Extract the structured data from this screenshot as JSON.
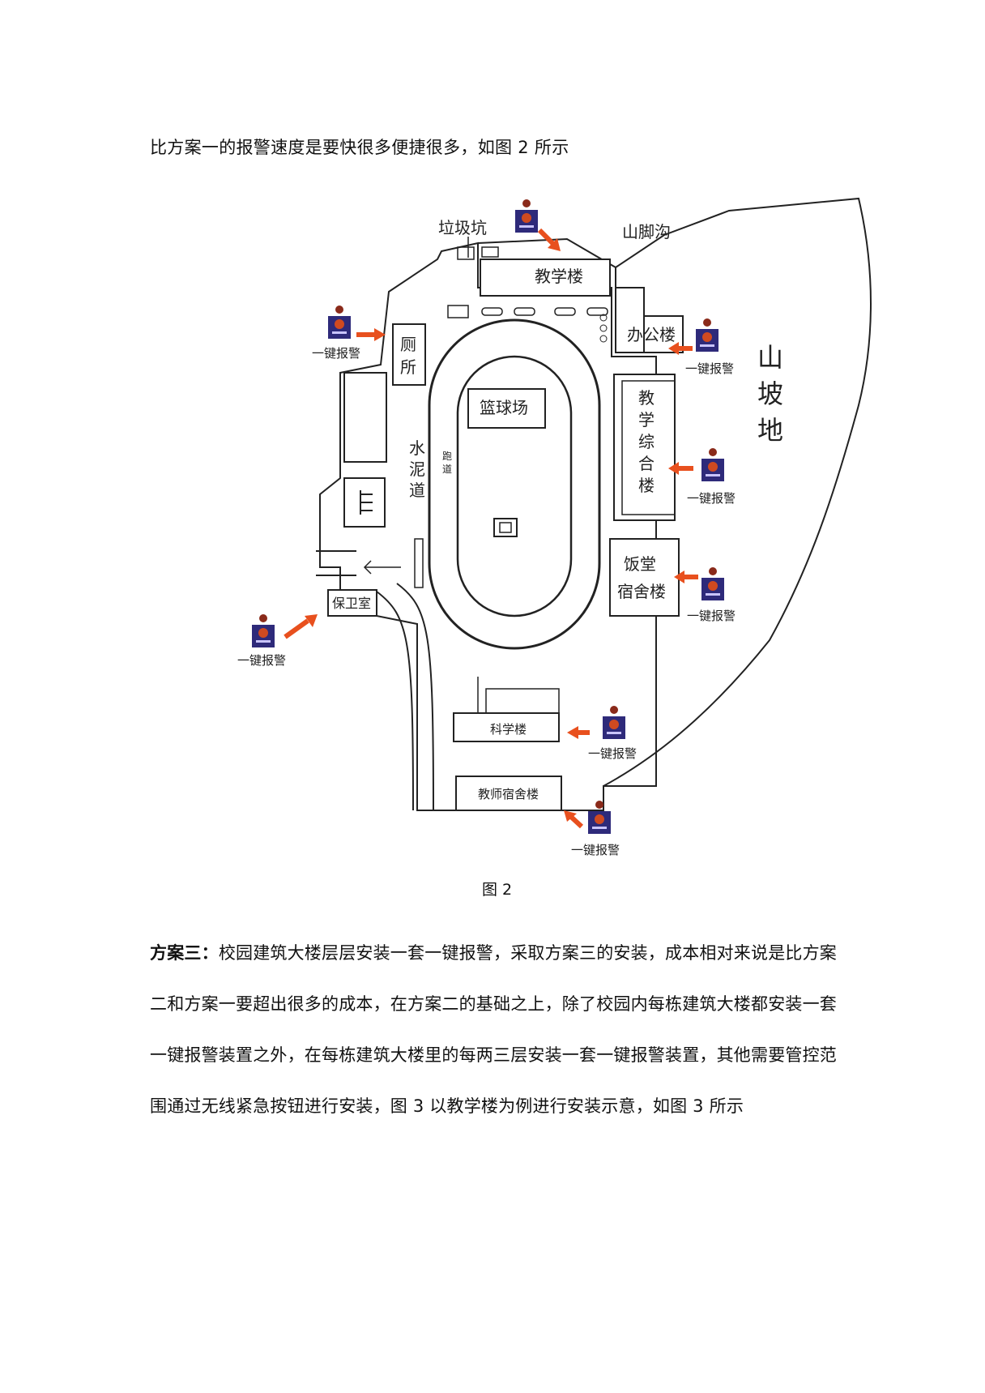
{
  "intro_text": "比方案一的报警速度是要快很多便捷很多，如图 2 所示",
  "map": {
    "labels": {
      "garbage_pit": "垃圾坑",
      "mountain_ditch": "山脚沟",
      "teaching_building": "教学楼",
      "office_building": "办公楼",
      "toilet": "厕所",
      "basketball_court": "篮球场",
      "cement_road": "水泥道",
      "track": "跑道",
      "complex_building": "教学综合楼",
      "hillside": "山坡地",
      "canteen": "饭堂",
      "dormitory": "宿舍楼",
      "guard_room": "保卫室",
      "science_building": "科学楼",
      "teacher_dorm": "教师宿舍楼"
    },
    "alarm_label": "一键报警",
    "accent_color": "#e8501e",
    "device_color": "#2e2a7a"
  },
  "figure_caption": "图 2",
  "scheme3": {
    "title": "方案三：",
    "line1": "校园建筑大楼层层安装一套一键报警，采取方案三的安装，成本相对来说是比方案",
    "line2": "二和方案一要超出很多的成本，在方案二的基础之上，除了校园内每栋建筑大楼都安装一套",
    "line3": "一键报警装置之外，在每栋建筑大楼里的每两三层安装一套一键报警装置，其他需要管控范",
    "line4": "围通过无线紧急按钮进行安装，图 3 以教学楼为例进行安装示意，如图 3 所示"
  }
}
